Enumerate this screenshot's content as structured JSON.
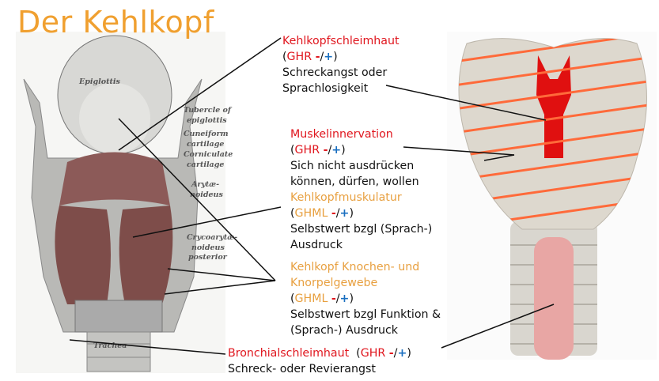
{
  "title": "Der Kehlkopf",
  "left_image": {
    "labels": [
      "Epiglottis",
      "Tubercle of",
      "epiglottis",
      "Cuneiform",
      "cartilage",
      "Corniculate",
      "cartilage",
      "Arytæ-",
      "noideus",
      "Crycoarytæ-",
      "noideus",
      "posterior",
      "Trachea"
    ]
  },
  "annotations": [
    {
      "heading": [
        "Kehlkopfschleimhaut"
      ],
      "code": "GHR",
      "sign_minus": "-",
      "sep": "/",
      "sign_plus": "+",
      "text": [
        "Schreckangst oder",
        "Sprachlosigkeit"
      ]
    },
    {
      "heading": [
        "Muskelinnervation"
      ],
      "code": "GHR",
      "sign_minus": "-",
      "sep": "/",
      "sign_plus": "+",
      "text": [
        "Sich nicht ausdrücken",
        "können, dürfen, wollen"
      ]
    },
    {
      "heading": [
        "Kehlkopfmuskulatur"
      ],
      "code": "GHML",
      "sign_minus": "-",
      "sep": "/",
      "sign_plus": "+",
      "text": [
        "Selbstwert bzgl (Sprach-)",
        "Ausdruck"
      ]
    },
    {
      "heading": [
        "Kehlkopf Knochen- und",
        "Knorpelgewebe"
      ],
      "code": "GHML",
      "sign_minus": "-",
      "sep": "/",
      "sign_plus": "+",
      "text": [
        "Selbstwert bzgl Funktion &",
        "(Sprach-) Ausdruck"
      ]
    },
    {
      "heading": [
        "Bronchialschleimhaut"
      ],
      "code": "GHR",
      "sign_minus": "-",
      "sep": "/",
      "sign_plus": "+",
      "text": [
        "Schreck- oder Revierangst"
      ]
    }
  ],
  "colors": {
    "title": "#f0a030",
    "red": "#e0161e",
    "orange": "#e8a040",
    "blue": "#1a6fc0",
    "stripes": "#ff6a3a"
  }
}
